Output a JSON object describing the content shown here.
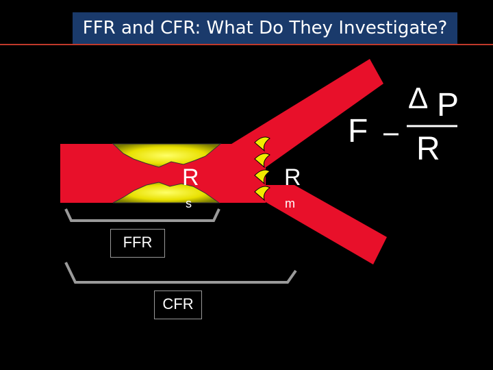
{
  "title": "FFR and CFR: What Do They Investigate?",
  "labels": {
    "r_stenosis": "R",
    "r_stenosis_sub": "s",
    "r_micro": "R",
    "r_micro_sub": "m",
    "ffr": "FFR",
    "cfr": "CFR"
  },
  "formula": {
    "lhs": "F",
    "equals": "=",
    "delta": "Δ",
    "numerator": "P",
    "denominator": "R"
  },
  "colors": {
    "vessel": "#e8102a",
    "plaque": "#f2ea00",
    "title_bg": "#1a3a6b",
    "rule": "#c0392b",
    "bracket": "#9a9a9a"
  }
}
